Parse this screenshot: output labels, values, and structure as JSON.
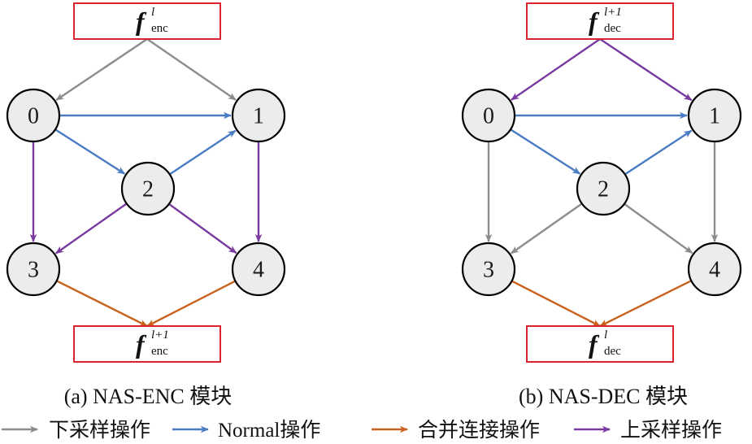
{
  "colors": {
    "downsample": "#8c8c8c",
    "normal": "#4a7cc4",
    "concat": "#c8621e",
    "upsample": "#7a3aa0",
    "box_border": "#d9232f",
    "node_fill": "#ececec"
  },
  "diagrams": [
    {
      "id": "enc",
      "caption": "(a) NAS-ENC 模块",
      "top_box": {
        "main": "f",
        "sup": "l",
        "sub": "enc"
      },
      "bottom_box": {
        "main": "f",
        "sup": "l+1",
        "sub": "enc"
      },
      "nodes": [
        "0",
        "1",
        "2",
        "3",
        "4"
      ],
      "edges": [
        {
          "from": "top",
          "to": "0",
          "type": "downsample"
        },
        {
          "from": "top",
          "to": "1",
          "type": "downsample"
        },
        {
          "from": "0",
          "to": "1",
          "type": "normal"
        },
        {
          "from": "0",
          "to": "2",
          "type": "normal"
        },
        {
          "from": "2",
          "to": "1",
          "type": "normal"
        },
        {
          "from": "0",
          "to": "3",
          "type": "upsample"
        },
        {
          "from": "1",
          "to": "4",
          "type": "upsample"
        },
        {
          "from": "2",
          "to": "3",
          "type": "upsample"
        },
        {
          "from": "2",
          "to": "4",
          "type": "upsample"
        },
        {
          "from": "3",
          "to": "bottom",
          "type": "concat"
        },
        {
          "from": "4",
          "to": "bottom",
          "type": "concat"
        }
      ]
    },
    {
      "id": "dec",
      "caption": "(b) NAS-DEC 模块",
      "top_box": {
        "main": "f",
        "sup": "l+1",
        "sub": "dec"
      },
      "bottom_box": {
        "main": "f",
        "sup": "l",
        "sub": "dec"
      },
      "nodes": [
        "0",
        "1",
        "2",
        "3",
        "4"
      ],
      "edges": [
        {
          "from": "top",
          "to": "0",
          "type": "upsample"
        },
        {
          "from": "top",
          "to": "1",
          "type": "upsample"
        },
        {
          "from": "0",
          "to": "1",
          "type": "normal"
        },
        {
          "from": "0",
          "to": "2",
          "type": "normal"
        },
        {
          "from": "2",
          "to": "1",
          "type": "normal"
        },
        {
          "from": "0",
          "to": "3",
          "type": "downsample"
        },
        {
          "from": "1",
          "to": "4",
          "type": "downsample"
        },
        {
          "from": "2",
          "to": "3",
          "type": "downsample"
        },
        {
          "from": "2",
          "to": "4",
          "type": "downsample"
        },
        {
          "from": "3",
          "to": "bottom",
          "type": "concat"
        },
        {
          "from": "4",
          "to": "bottom",
          "type": "concat"
        }
      ]
    }
  ],
  "legend": [
    {
      "type": "downsample",
      "label": "下采样操作"
    },
    {
      "type": "normal",
      "label": "Normal操作"
    },
    {
      "type": "concat",
      "label": "合并连接操作"
    },
    {
      "type": "upsample",
      "label": "上采样操作"
    }
  ]
}
